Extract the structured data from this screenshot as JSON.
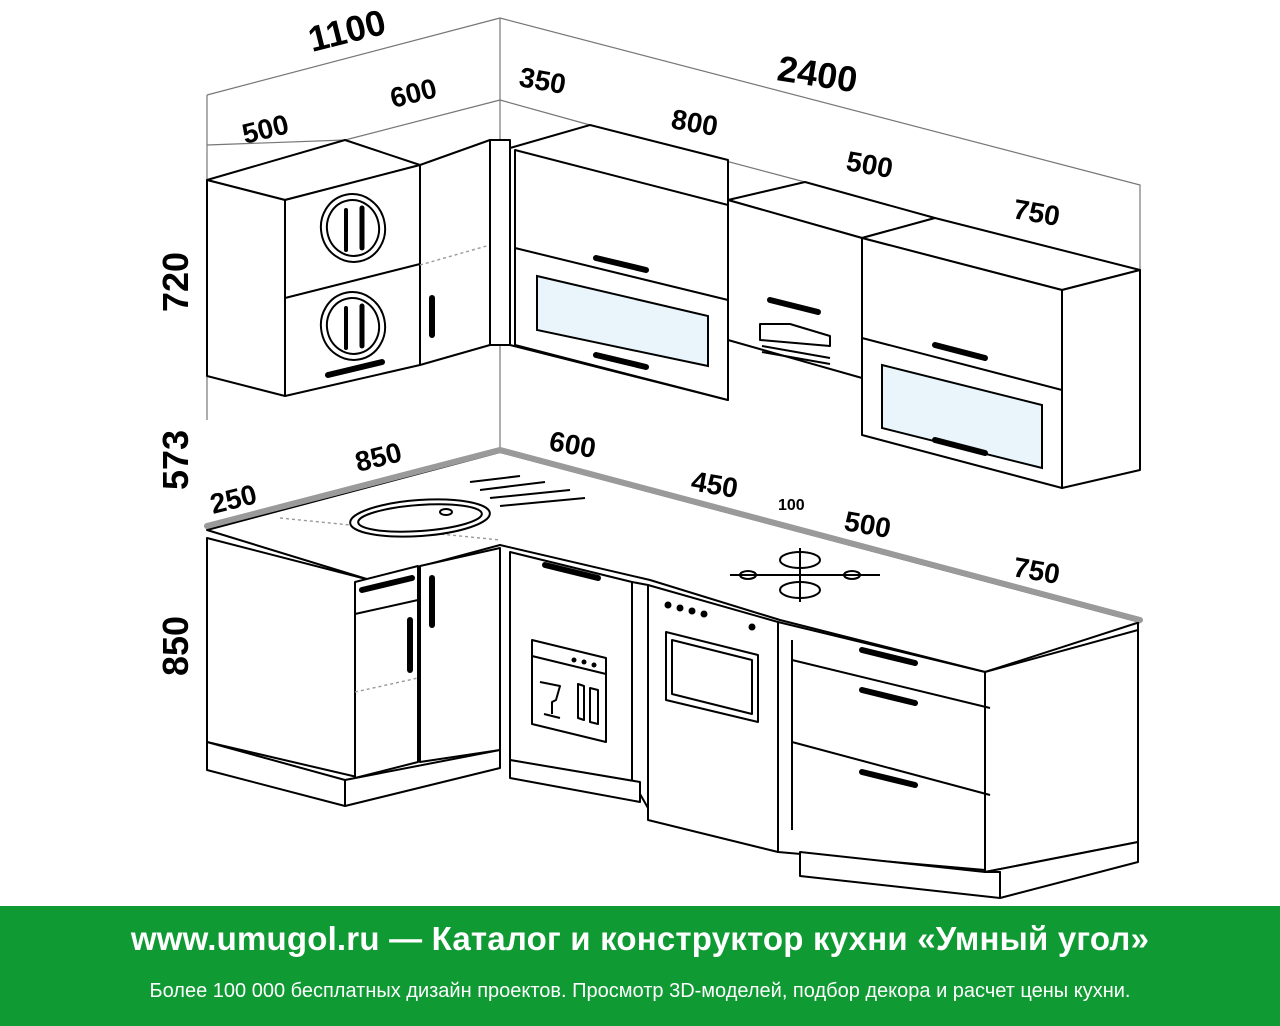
{
  "dimensions": {
    "top_left_total": "1100",
    "top_right_total": "2400",
    "upper_left_a": "500",
    "upper_left_b": "600",
    "upper_right_a": "350",
    "upper_right_b": "800",
    "upper_right_c": "500",
    "upper_right_d": "750",
    "height_upper": "720",
    "height_gap": "573",
    "height_base": "850",
    "counter_left_a": "250",
    "counter_left_b": "850",
    "counter_right_a": "600",
    "counter_right_b": "450",
    "counter_right_c": "100",
    "counter_right_d": "500",
    "counter_right_e": "750"
  },
  "icons": [
    "cutlery-icon",
    "dishwasher-icon",
    "oven-icon",
    "hood-icon",
    "hob-icon",
    "sink-icon"
  ],
  "colors": {
    "footer_bg": "#0f9a33",
    "footer_text": "#ffffff",
    "glass": "#e9f4fb",
    "countertop_edge": "#9a9a9a"
  },
  "footer": {
    "title": "www.umugol.ru — Каталог и конструктор кухни «Умный угол»",
    "subtitle": "Более 100 000 бесплатных дизайн проектов. Просмотр 3D-моделей, подбор декора и расчет цены кухни."
  }
}
